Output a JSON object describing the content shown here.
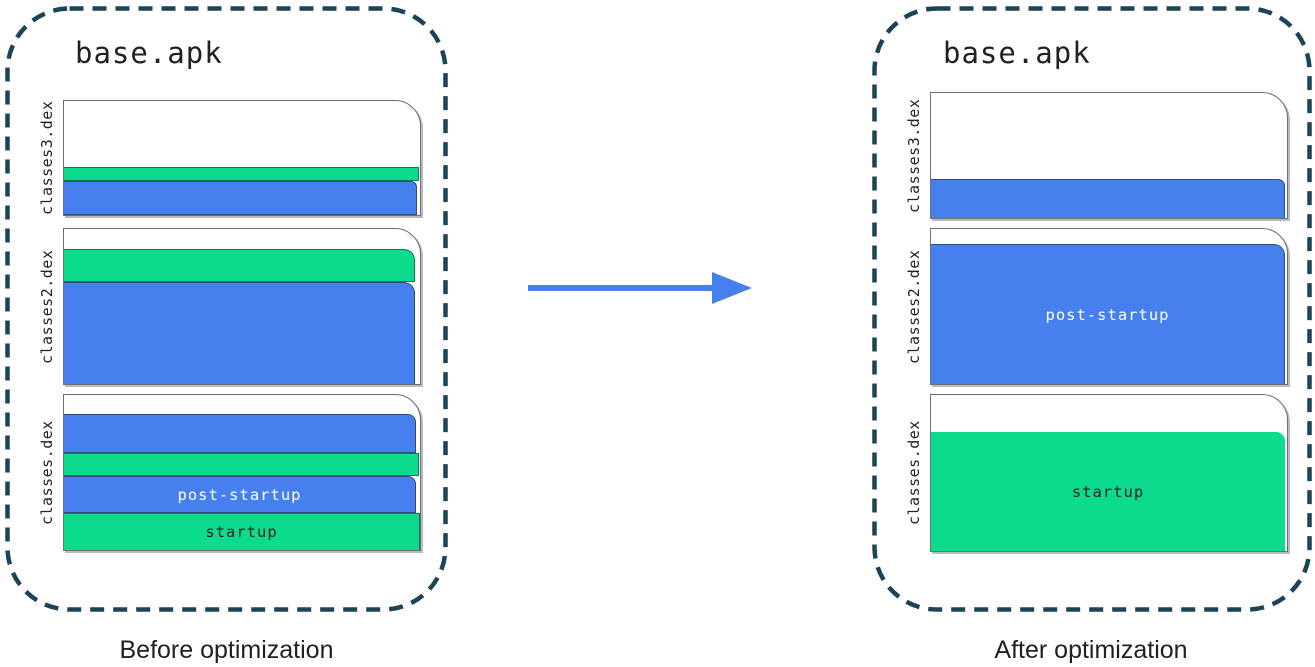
{
  "diagram": {
    "colors": {
      "post_startup_blue": "#4580EE",
      "startup_green": "#0ADB8C",
      "panel_dash": "#1C4456",
      "page_border": "#6B7075",
      "text_dark": "#202124",
      "band_text_light": "#FFFFFF",
      "arrow_blue": "#4580EE"
    },
    "before": {
      "title": "base.apk",
      "caption": "Before optimization",
      "files": [
        {
          "label": "classes3.dex",
          "bands": [
            {
              "color": "white"
            },
            {
              "color": "green"
            },
            {
              "color": "blue"
            }
          ]
        },
        {
          "label": "classes2.dex",
          "bands": [
            {
              "color": "white"
            },
            {
              "color": "green"
            },
            {
              "color": "blue"
            }
          ]
        },
        {
          "label": "classes.dex",
          "bands": [
            {
              "color": "white"
            },
            {
              "color": "blue"
            },
            {
              "color": "green"
            },
            {
              "color": "blue",
              "text": "post-startup"
            },
            {
              "color": "green",
              "text": "startup"
            }
          ]
        }
      ]
    },
    "after": {
      "title": "base.apk",
      "caption": "After optimization",
      "files": [
        {
          "label": "classes3.dex",
          "bands": [
            {
              "color": "white"
            },
            {
              "color": "blue"
            }
          ]
        },
        {
          "label": "classes2.dex",
          "bands": [
            {
              "color": "white"
            },
            {
              "color": "blue",
              "text": "post-startup"
            }
          ]
        },
        {
          "label": "classes.dex",
          "bands": [
            {
              "color": "white"
            },
            {
              "color": "green",
              "text": "startup"
            }
          ]
        }
      ]
    }
  }
}
